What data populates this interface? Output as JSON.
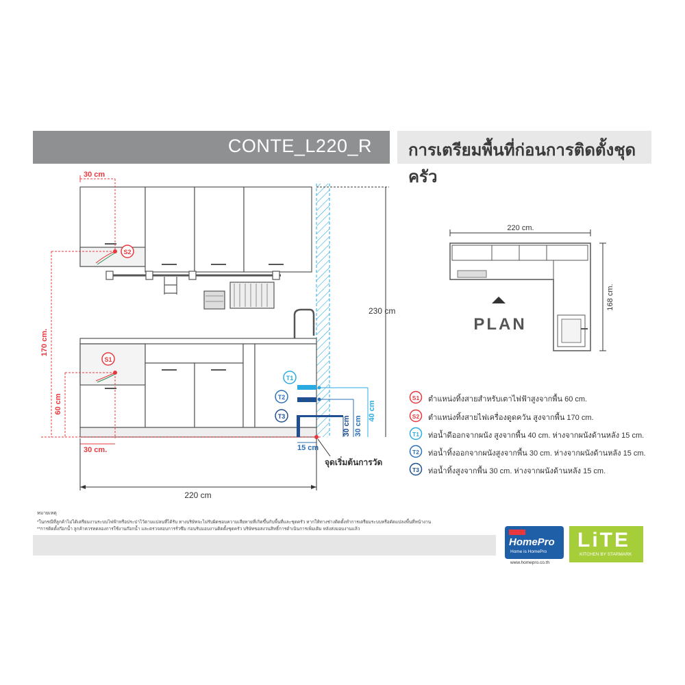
{
  "header": {
    "model": "CONTE_L220_R",
    "title": "การเตรียมพื้นที่ก่อนการติดตั้งชุดครัว"
  },
  "elevation": {
    "dims": {
      "top_30": "30 cm",
      "bottom_30": "30 cm.",
      "h_170": "170 cm.",
      "h_60": "60 cm",
      "h_230": "230 cm",
      "w_220": "220 cm",
      "h_40": "40 cm",
      "h_30": "30 cm",
      "w_15": "15 cm"
    },
    "start_label": "จุดเริ่มต้นการวัด",
    "markers": [
      "S1",
      "S2",
      "T1",
      "T2",
      "T3"
    ]
  },
  "plan": {
    "width": "220 cm.",
    "depth": "168 cm.",
    "label": "PLAN"
  },
  "legend": [
    {
      "code": "S1",
      "color": "#e8383d",
      "text": "ตำแหน่งทิ้งสายสำหรับเตาไฟฟ้าสูงจากพื้น 60 cm."
    },
    {
      "code": "S2",
      "color": "#e8383d",
      "text": "ตำแหน่งทิ้งสายไฟเครื่องดูดควัน สูงจากพื้น 170 cm."
    },
    {
      "code": "T1",
      "color": "#29abe2",
      "text": "ท่อน้ำดีออกจากผนัง สูงจากพื้น 40 cm. ห่างจากผนังด้านหลัง 15 cm."
    },
    {
      "code": "T2",
      "color": "#2b6fb6",
      "text": "ท่อน้ำทิ้งออกจากผนังสูงจากพื้น 30 cm. ห่างจากผนังด้านหลัง 15 cm."
    },
    {
      "code": "T3",
      "color": "#1d4f91",
      "text": "ท่อน้ำทิ้งสูงจากพื้น 30 cm. ห่างจากผนังด้านหลัง 15 cm."
    }
  ],
  "notes": {
    "heading": "หมายเหตุ",
    "line1": "*ในกรณีที่ลูกค้าไม่ได้เตรียมงานระบบไฟฟ้าหรือประปาไว้ตามแปลนที่ได้รับ ทางบริษัทจะไม่รับผิดชอบความเสียหายที่เกิดขึ้นกับพื้นที่และชุดครัว หากให้ทางช่างติดตั้งทำการเตรียมระบบหรือดัดแปลงพื้นที่หน้างาน",
    "line2": "**การติดตั้งก๊อกน้ำ ลูกค้าควรทดลองการใช้งานก๊อกน้ำ และตรวจสอบการรั่วซึม ก่อนรับมอบงานติดตั้งชุดครัว บริษัทขอสงวนสิทธิ์การดำเนินการเพิ่มเติม หลังส่งมอบงานแล้ว"
  },
  "logos": {
    "homepro_name": "HomePro",
    "homepro_tag": "Home is HomePro",
    "homepro_url": "www.homepro.co.th",
    "lite_name": "LiTE",
    "lite_tag": "KITCHEN BY STARMARK"
  },
  "colors": {
    "red": "#e8383d",
    "cyan": "#29abe2",
    "blue": "#2b6fb6",
    "navy": "#1d4f91",
    "lime": "#a6ce39"
  }
}
